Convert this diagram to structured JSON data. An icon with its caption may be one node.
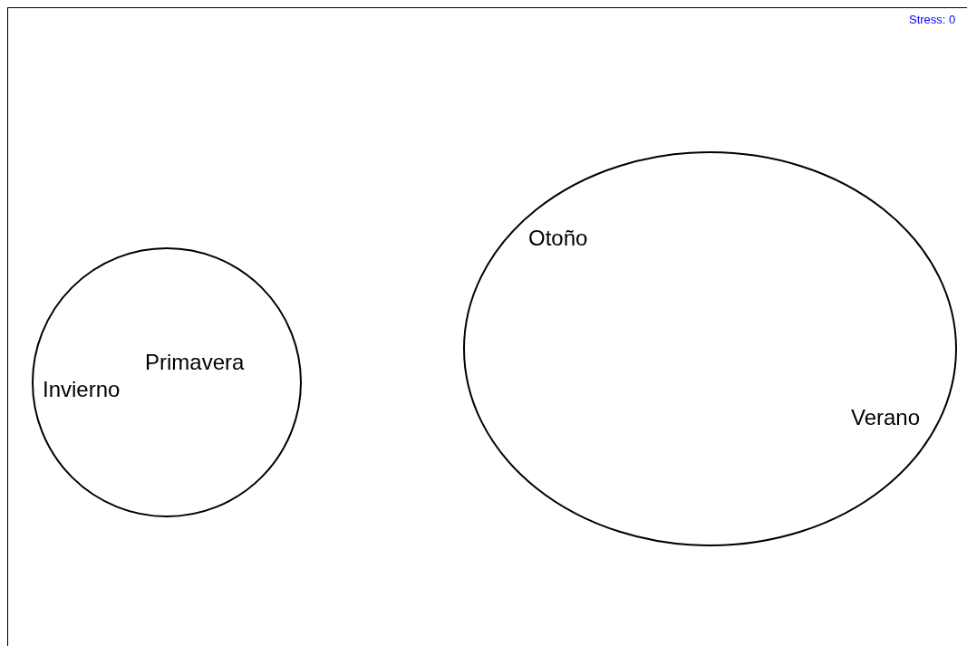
{
  "diagram": {
    "nodes": [
      {
        "text": [],
        "shape": "circle"
      },
      {
        "text": [
          "Primavera"
        ],
        "in": 0
      },
      {
        "text": [
          "Invierno"
        ],
        "in": 0
      },
      {
        "text": [],
        "shape": "ellipse"
      },
      {
        "text": [
          "Otoño"
        ],
        "in": 3
      },
      {
        "text": [
          "Verano"
        ],
        "in": 3
      }
    ],
    "edges": [],
    "labels": [
      "Stress: 0"
    ]
  }
}
